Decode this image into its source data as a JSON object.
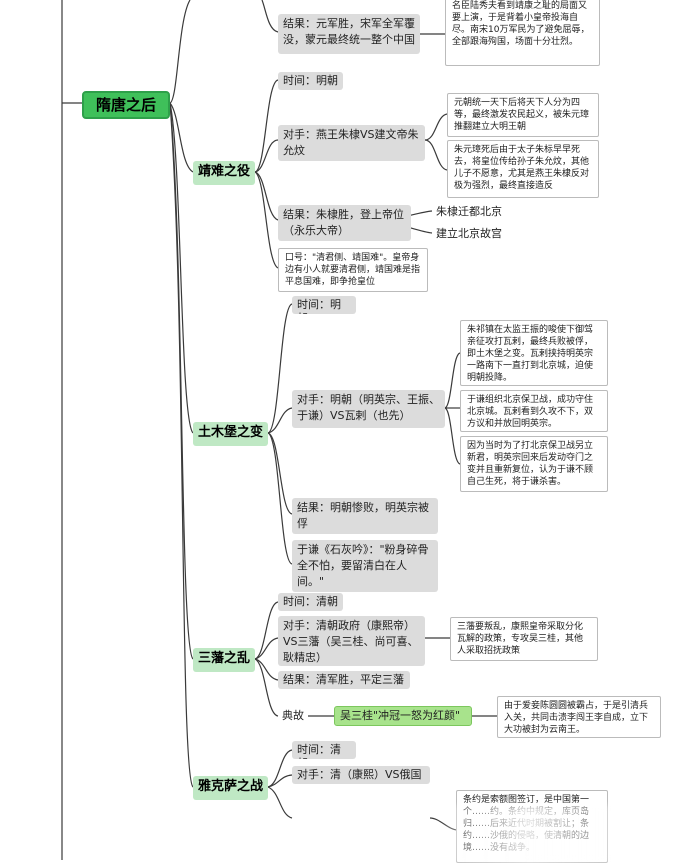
{
  "root": "隋唐之后",
  "events": [
    {
      "name": "靖难之役",
      "time": "时间：明朝",
      "opponents": "对手：燕王朱棣VS建文帝朱允炆",
      "opp_notes": [
        "元朝统一天下后将天下人分为四等，最终激发农民起义，被朱元璋推翻建立大明王朝",
        "朱元璋死后由于太子朱标早早死去，将皇位传给孙子朱允炆，其他儿子不愿意，尤其是燕王朱棣反对极为强烈，最终直接造反"
      ],
      "result": "结果：朱棣胜，登上帝位（永乐大帝）",
      "result_children": [
        "朱棣迁都北京",
        "建立北京故宫"
      ],
      "slogan": "口号：\"清君侧、靖国难\"。皇帝身边有小人就要清君侧，靖国难是指平息国难，即争抢皇位"
    },
    {
      "name": "土木堡之变",
      "time": "时间：明朝",
      "opponents": "对手：明朝（明英宗、王振、于谦）VS瓦剌（也先）",
      "opp_notes": [
        "朱祁镇在太监王振的唆使下御驾亲征攻打瓦剌，最终兵败被俘，即土木堡之变。瓦剌挟持明英宗一路南下一直打到北京城，迫使明朝投降。",
        "于谦组织北京保卫战，成功守住北京城。瓦剌看到久攻不下，双方议和并放回明英宗。",
        "因为当时为了打北京保卫战另立新君，明英宗回来后发动夺门之变并且重新复位，认为于谦不顾自己生死，将于谦杀害。"
      ],
      "result": "结果：明朝惨败，明英宗被俘",
      "poem": "于谦《石灰吟》：\"粉身碎骨全不怕，要留清白在人间。\""
    },
    {
      "name": "三藩之乱",
      "time": "时间：清朝",
      "opponents": "对手：清朝政府（康熙帝）VS三藩（吴三桂、尚可喜、耿精忠）",
      "opp_note": "三藩要叛乱，康熙皇帝采取分化瓦解的政策，专攻吴三桂，其他人采取招抚政策",
      "result": "结果：清军胜，平定三藩",
      "idiom_label": "典故",
      "idiom": "吴三桂\"冲冠一怒为红颜\"",
      "idiom_note": "由于爱妾陈圆圆被霸占，于是引清兵入关，共同击溃李闯王李自成，立下大功被封为云南王。"
    },
    {
      "name": "雅克萨之战",
      "time": "时间：清朝",
      "opponents": "对手：清（康熙）VS俄国",
      "treaty_note": "条约是索额图签订，是中国第一个……约。条约中规定，库页岛归……后来近代时期被割让；条约……沙俄的侵略，使清朝的边境……没有战争。"
    }
  ],
  "top": {
    "result": "结果：元军胜，宋军全军覆没，蒙元最终统一整个中国",
    "note": "名臣陆秀夫看到靖康之耻的局面又要上演，于是背着小皇帝投海自尽。南宋10万军民为了避免屈辱，全部跟海殉国，场面十分壮烈。"
  }
}
